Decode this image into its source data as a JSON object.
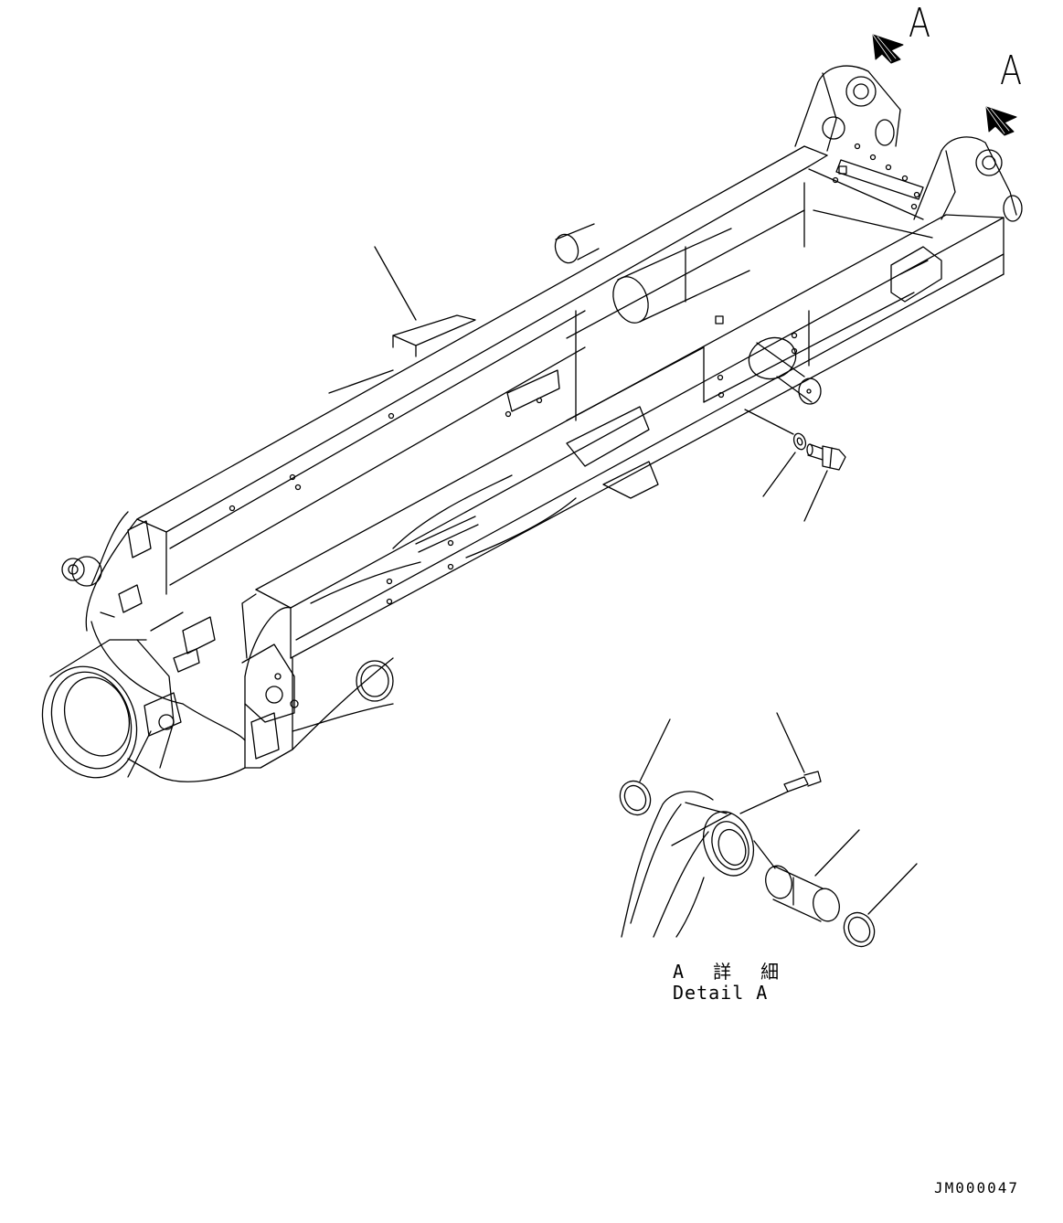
{
  "view_markers": [
    {
      "letter": "A"
    },
    {
      "letter": "A"
    }
  ],
  "detail": {
    "label_jp": "A 詳 細",
    "label_en": "Detail A"
  },
  "drawing_code": "JM000047",
  "colors": {
    "line": "#000000",
    "background": "#ffffff"
  }
}
